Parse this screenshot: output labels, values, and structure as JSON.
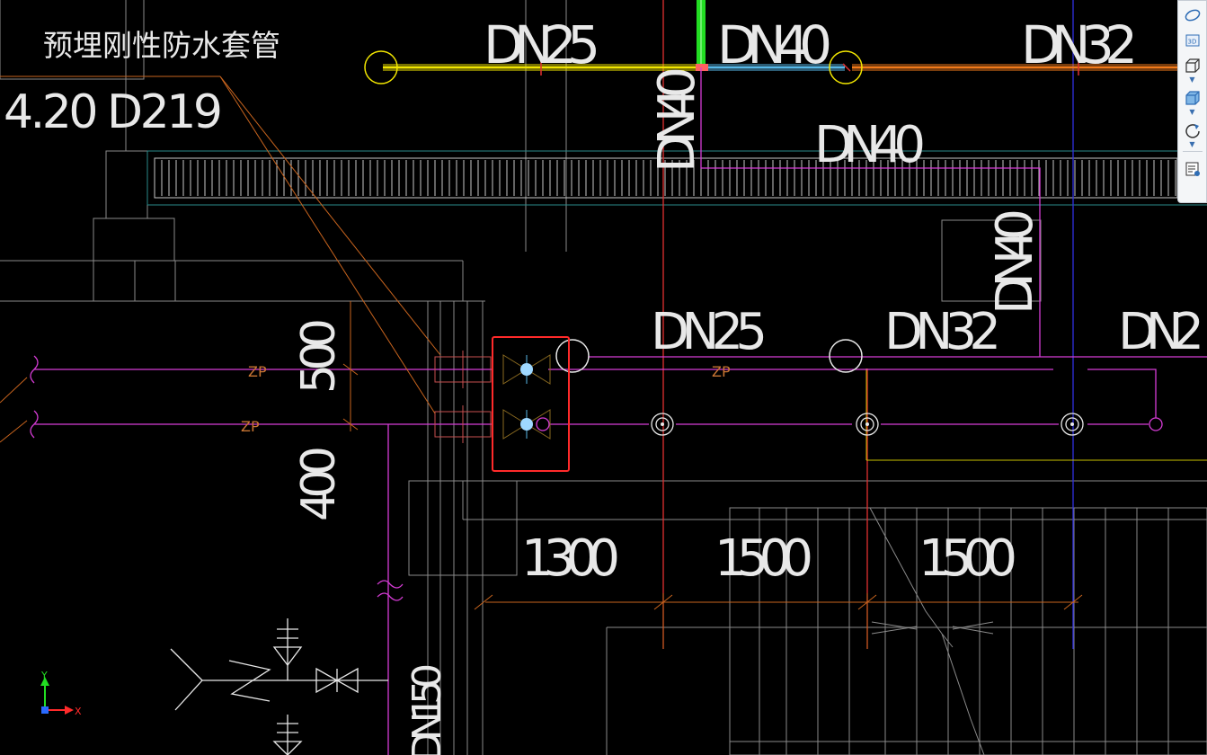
{
  "labels": {
    "sleeve_title": "预埋刚性防水套管",
    "sleeve_spec": "4.20 D219",
    "top_dn25": "DN25",
    "top_dn40": "DN40",
    "top_dn32": "DN32",
    "riser_dn40_vertical": "DN40",
    "branch_dn40": "DN40",
    "right_dn40_vertical": "DN40",
    "mid_dn25": "DN25",
    "mid_dn32": "DN32",
    "mid_dn2x": "DN2",
    "dim_500": "500",
    "dim_400": "400",
    "dim_1300": "1300",
    "dim_1500_a": "1500",
    "dim_1500_b": "1500",
    "dn150": "DN150",
    "zp_upper": "ZP",
    "zp_lower": "ZP",
    "zp_mid": "ZP",
    "axis_x": "X",
    "axis_y": "Y"
  },
  "colors": {
    "background": "#000000",
    "pipe_magenta": "#d63cd6",
    "pipe_yellow": "#f2e600",
    "pipe_cyan": "#57b8e8",
    "pipe_orange": "#f27a1a",
    "pipe_green": "#22dd22",
    "riser_red": "#e03030",
    "riser_blue": "#3030e0",
    "dim_orange": "#c8641e",
    "grid_white": "#c8c8c8",
    "teal": "#2a8a8a",
    "highlight_red": "#ff2a2a"
  },
  "toolbar": {
    "buttons": [
      {
        "icon": "orbit-icon"
      },
      {
        "icon": "view-3d-icon",
        "label": "3D"
      },
      {
        "icon": "cube-wire-icon"
      },
      {
        "icon": "cube-solid-icon"
      },
      {
        "icon": "rotate-icon"
      },
      {
        "icon": "layer-list-icon"
      }
    ]
  }
}
